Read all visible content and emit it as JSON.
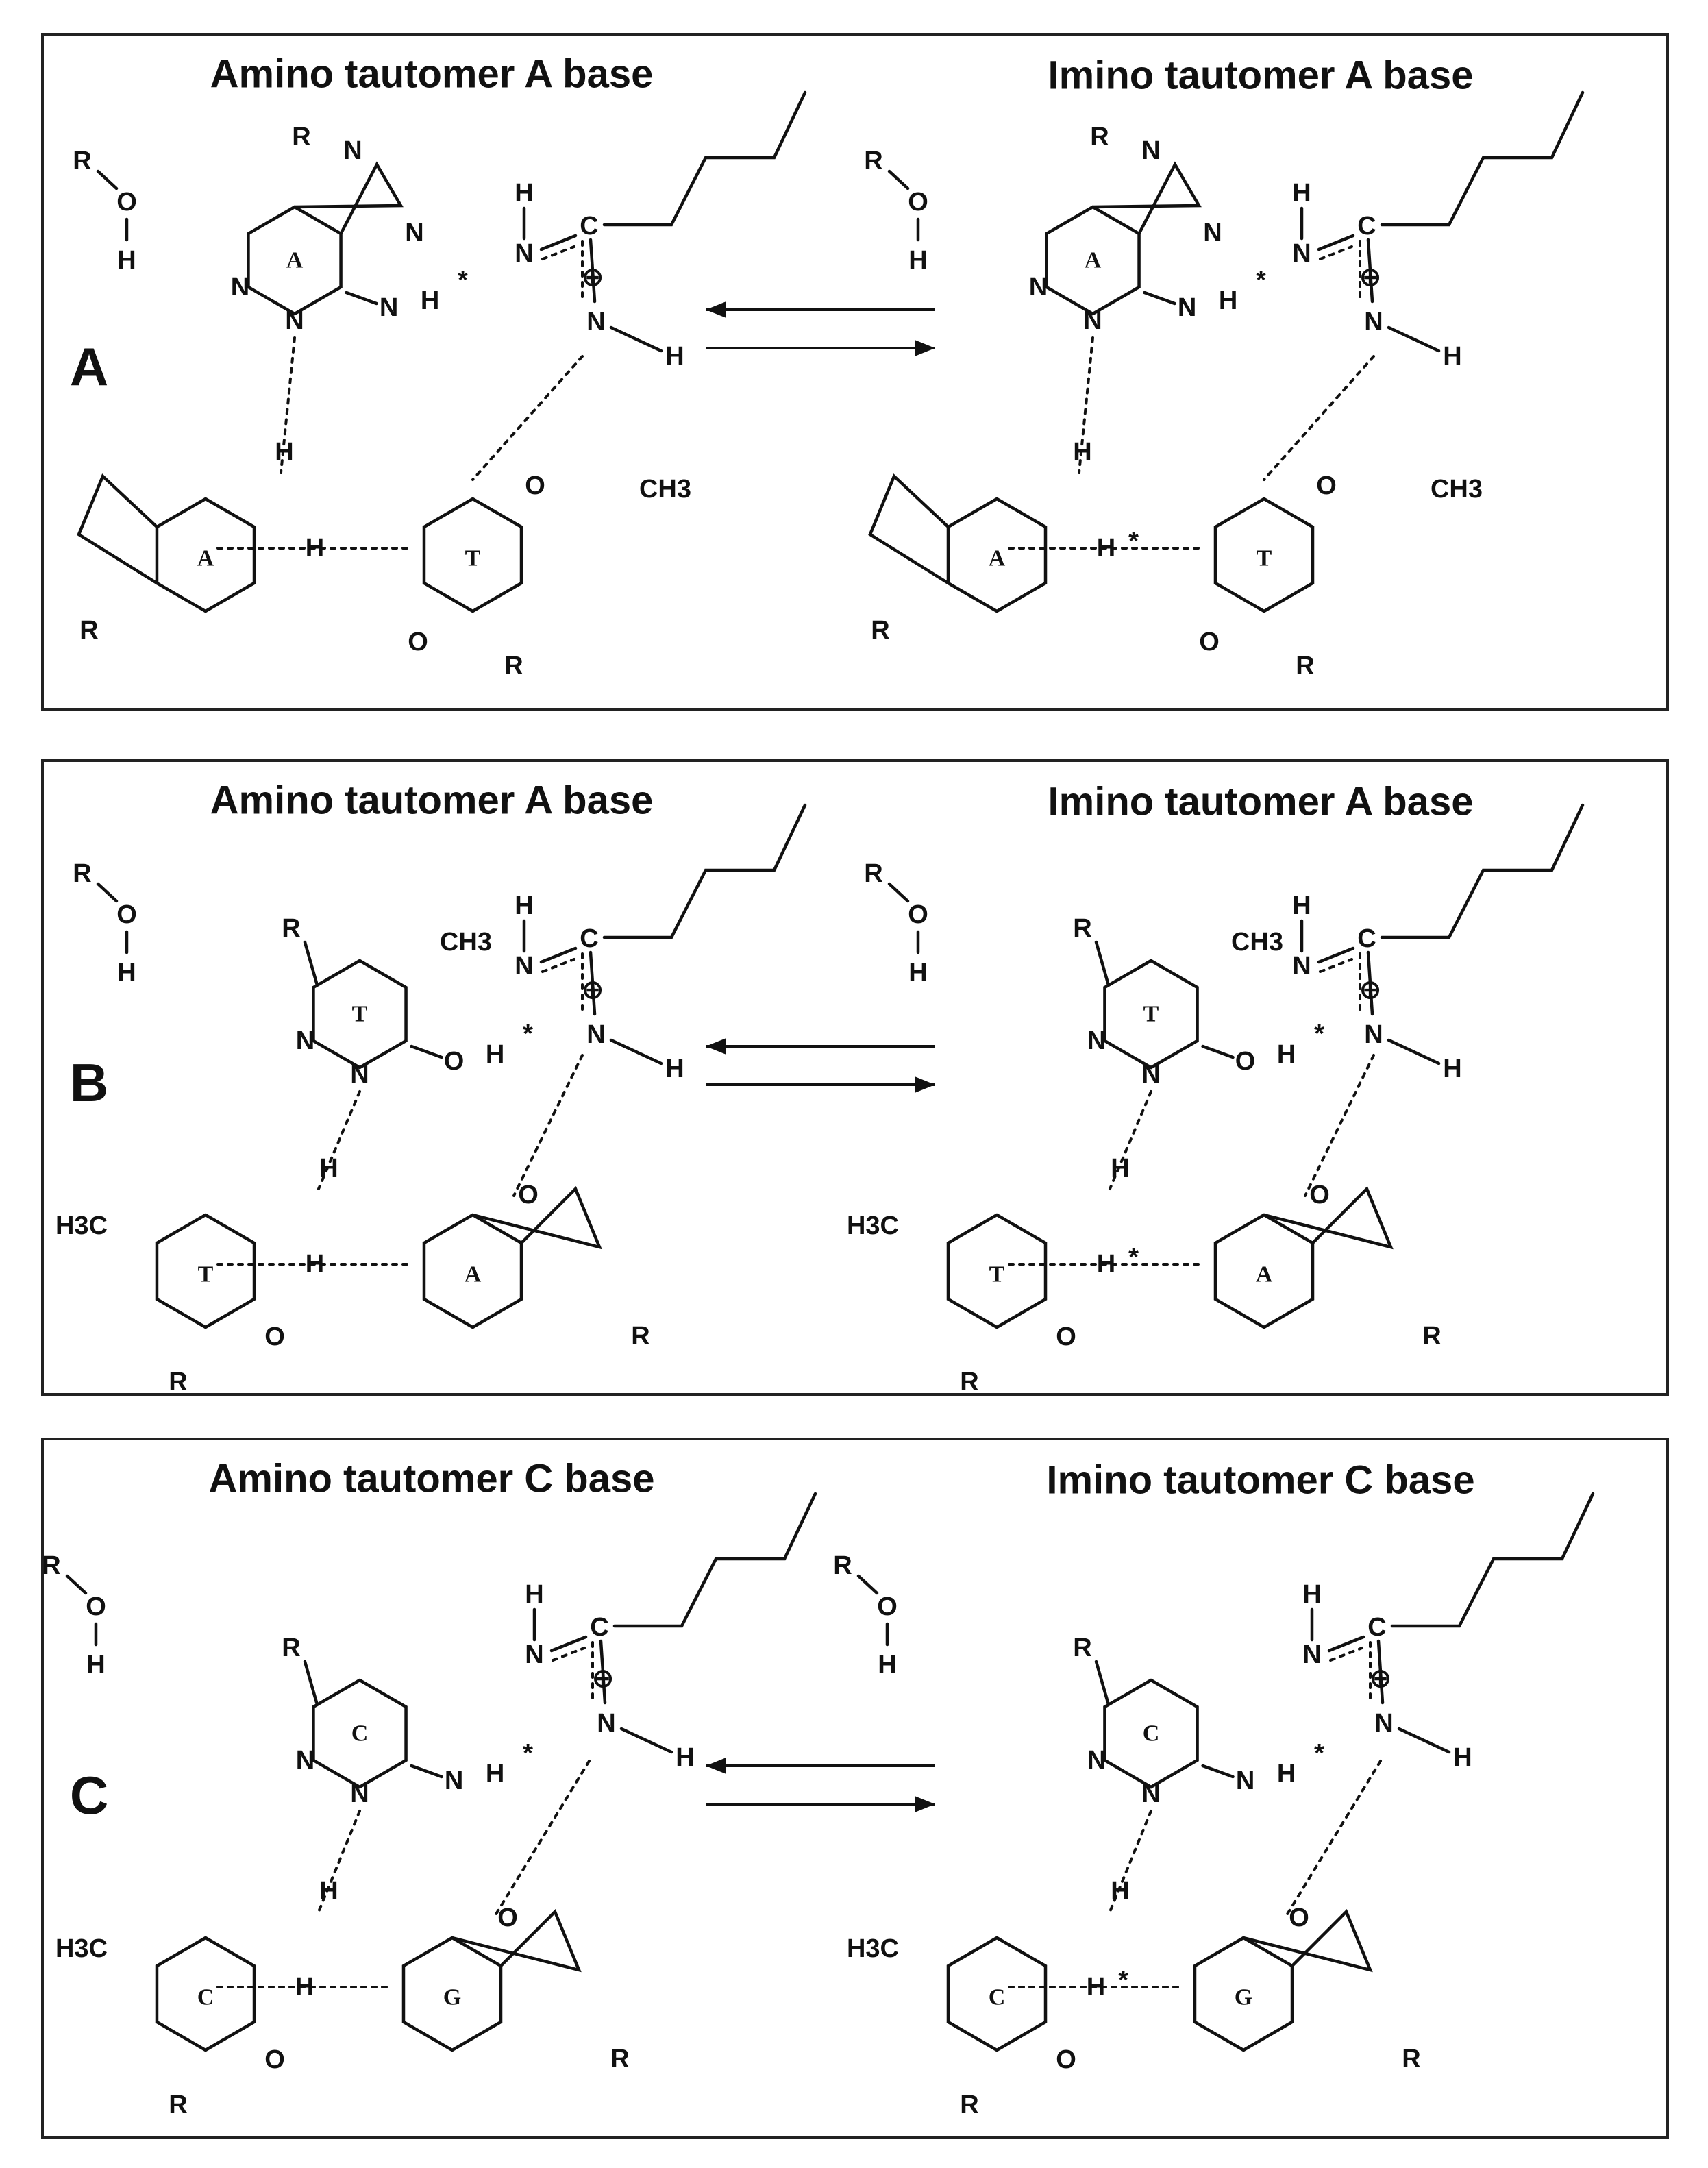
{
  "panels": [
    {
      "label": "A",
      "left_title": "Amino tautomer A base",
      "right_title": "Imino tautomer A base",
      "left_top_base": "A",
      "left_bottom_bases": [
        "A",
        "T"
      ],
      "right_top_base": "A",
      "right_bottom_bases": [
        "A",
        "T"
      ]
    },
    {
      "label": "B",
      "left_title": "Amino tautomer A base",
      "right_title": "Imino tautomer A base",
      "left_top_base": "T",
      "left_bottom_bases": [
        "T",
        "A"
      ],
      "right_top_base": "T",
      "right_bottom_bases": [
        "T",
        "A"
      ]
    },
    {
      "label": "C",
      "left_title": "Amino tautomer C base",
      "right_title": "Imino tautomer C base",
      "left_top_base": "C",
      "left_bottom_bases": [
        "C",
        "G"
      ],
      "right_top_base": "C",
      "right_bottom_bases": [
        "C",
        "G"
      ]
    }
  ],
  "atoms": {
    "R": "R",
    "O": "O",
    "H": "H",
    "N": "N",
    "C": "C",
    "star": "*",
    "charge": "⊕",
    "methyl": "CH3",
    "methyl_left": "H3C"
  }
}
